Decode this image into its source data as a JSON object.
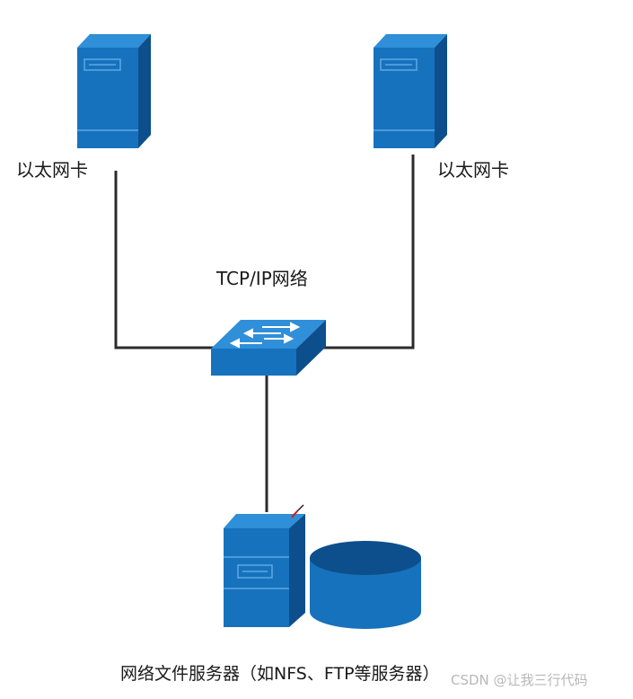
{
  "left_host": {
    "label": "以太网卡"
  },
  "right_host": {
    "label": "以太网卡"
  },
  "network": {
    "label": "TCP/IP网络"
  },
  "server": {
    "caption": "网络文件服务器（如NFS、FTP等服务器）"
  },
  "watermark": "CSDN @让我三行代码",
  "colors": {
    "device_front": "#1772bd",
    "device_side": "#0d4f8c",
    "device_top": "#2f8fd8",
    "edge": "#5ea8e4",
    "cable": "#2b2b2b"
  }
}
